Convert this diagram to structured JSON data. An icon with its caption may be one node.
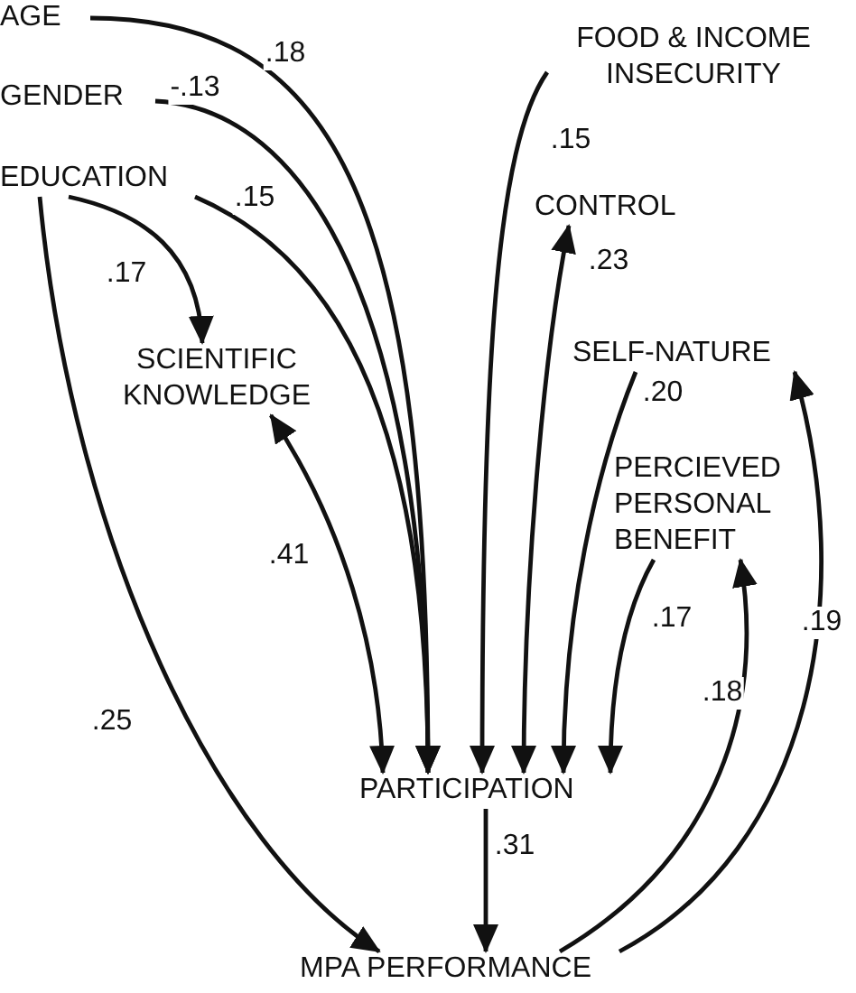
{
  "diagram": {
    "nodes": [
      {
        "text": [
          "AGE"
        ]
      },
      {
        "text": [
          "GENDER"
        ]
      },
      {
        "text": [
          "EDUCATION"
        ]
      },
      {
        "text": [
          "FOOD & INCOME INSECURITY"
        ]
      },
      {
        "text": [
          "CONTROL"
        ]
      },
      {
        "text": [
          "SCIENTIFIC KNOWLEDGE"
        ]
      },
      {
        "text": [
          "SELF-NATURE"
        ]
      },
      {
        "text": [
          "PERCIEVED PERSONAL BENEFIT"
        ]
      },
      {
        "text": [
          "PARTICIPATION"
        ]
      },
      {
        "text": [
          "MPA PERFORMANCE"
        ]
      }
    ],
    "edges": [
      {
        "from": 0,
        "to": 8,
        "arrow": "to",
        "label": ".18"
      },
      {
        "from": 1,
        "to": 8,
        "arrow": "to",
        "label": "-.13"
      },
      {
        "from": 2,
        "to": 8,
        "arrow": "to",
        "label": ".15"
      },
      {
        "from": 2,
        "to": 5,
        "arrow": "to",
        "label": ".17"
      },
      {
        "from": 5,
        "to": 8,
        "arrow": "both",
        "label": ".41"
      },
      {
        "from": 3,
        "to": 8,
        "arrow": "to",
        "label": ".15"
      },
      {
        "from": 4,
        "to": 8,
        "arrow": "both",
        "label": ".23"
      },
      {
        "from": 6,
        "to": 8,
        "arrow": "to",
        "label": ".20"
      },
      {
        "from": 7,
        "to": 8,
        "arrow": "to",
        "label": ".17"
      },
      {
        "from": 8,
        "to": 9,
        "arrow": "to",
        "label": ".31"
      },
      {
        "from": 2,
        "to": 9,
        "arrow": "to",
        "label": ".25"
      },
      {
        "from": 9,
        "to": 7,
        "arrow": "to",
        "label": ".18"
      },
      {
        "from": 9,
        "to": 6,
        "arrow": "to",
        "label": ".19"
      }
    ]
  }
}
